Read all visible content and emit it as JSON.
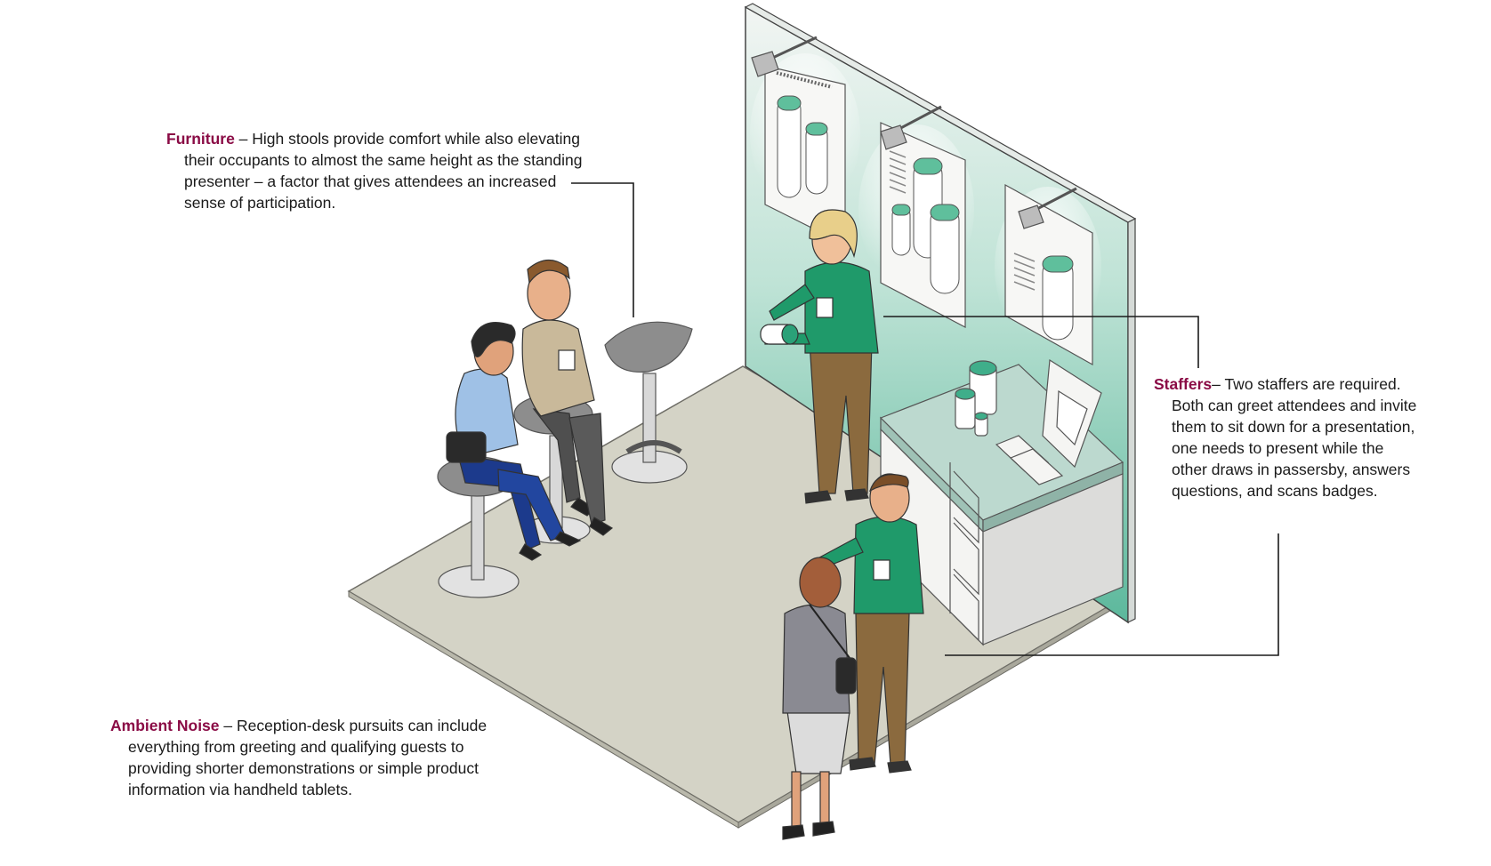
{
  "callouts": {
    "furniture": {
      "term": "Furniture",
      "sep": " – ",
      "text": "High stools provide comfort while also elevating their occupants to almost the same height as the standing presenter – a factor that gives attendees an increased sense of participation."
    },
    "staffers": {
      "term": "Staffers",
      "sep": "– ",
      "text": "Two staffers are required. Both can greet attendees and invite them to sit down for a presentation, one needs to present while the other draws in passersby, answers questions, and scans badges."
    },
    "ambient_noise": {
      "term": "Ambient Noise",
      "sep": " – ",
      "text": "Reception-desk pursuits can include everything from greeting and qualifying guests to providing shorter demonstrations or simple product information via handheld tablets."
    }
  },
  "colors": {
    "term": "#8a0b45",
    "floor": "#d4d3c6",
    "wall_teal": "#6cc0a8",
    "shirt_green": "#1f9a6a",
    "trousers_brown": "#8b6a3e",
    "leader_line": "#1a1a1a"
  }
}
